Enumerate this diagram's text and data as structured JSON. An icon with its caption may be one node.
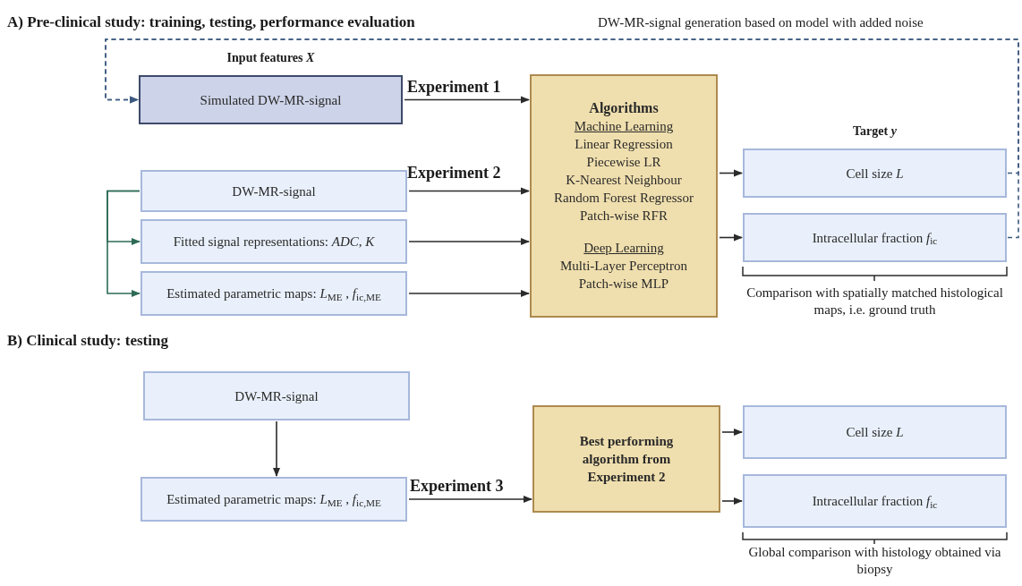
{
  "diagram": {
    "nodes": [
      {
        "text": [
          "Input features *X*",
          "Simulated DW-MR-signal"
        ]
      },
      {
        "text": [
          "DW-MR-signal"
        ]
      },
      {
        "text": [
          "Fitted signal representations: *ADC*, *K*"
        ]
      },
      {
        "text": [
          "Estimated parametric maps: *L*$_{ME}$ , *f*$_{ic,ME}$"
        ]
      },
      {
        "text": [
          "Algorithms",
          "Machine Learning",
          "Linear Regression",
          "Piecewise LR",
          "K-Nearest Neighbour",
          "Random Forest Regressor",
          "Patch-wise RFR",
          "Deep Learning",
          "Multi-Layer Perceptron",
          "Patch-wise MLP"
        ]
      },
      {
        "text": [
          "Target *y*",
          "Cell size *L*"
        ]
      },
      {
        "text": [
          "Intracellular fraction *f*$_{ic}$"
        ]
      },
      {
        "text": [
          "DW-MR-signal"
        ]
      },
      {
        "text": [
          "Estimated parametric maps: *L*$_{ME}$ , *f*$_{ic,ME}$"
        ]
      },
      {
        "text": [
          "Best performing algorithm from Experiment 2"
        ]
      },
      {
        "text": [
          "Cell size *L*"
        ]
      },
      {
        "text": [
          "Intracellular fraction *f*$_{ic}$"
        ]
      }
    ],
    "edges": [
      {
        "from": 0,
        "to": 4,
        "arrow": "to",
        "label": "Experiment 1"
      },
      {
        "from": 1,
        "to": 4,
        "arrow": "to",
        "label": "Experiment 2"
      },
      {
        "from": 2,
        "to": 4,
        "arrow": "to"
      },
      {
        "from": 3,
        "to": 4,
        "arrow": "to"
      },
      {
        "from": 1,
        "to": 2,
        "arrow": "to",
        "color": "#2e6b57"
      },
      {
        "from": 1,
        "to": 3,
        "arrow": "to",
        "color": "#2e6b57"
      },
      {
        "from": 4,
        "to": 5,
        "arrow": "to"
      },
      {
        "from": 4,
        "to": 6,
        "arrow": "to"
      },
      {
        "from": 5,
        "to": 0,
        "arrow": "to",
        "style": "dashed",
        "color": "#3d5a80",
        "label": "DW-MR-signal generation based on model with added noise"
      },
      {
        "from": 6,
        "to": 0,
        "arrow": "to",
        "style": "dashed",
        "color": "#3d5a80"
      },
      {
        "from": 7,
        "to": 8,
        "arrow": "to"
      },
      {
        "from": 8,
        "to": 9,
        "arrow": "to",
        "label": "Experiment 3"
      },
      {
        "from": 9,
        "to": 10,
        "arrow": "to"
      },
      {
        "from": 9,
        "to": 11,
        "arrow": "to"
      }
    ],
    "labels": [
      "A) Pre-clinical study: training, testing, performance evaluation",
      "Comparison with spatially matched histological maps, i.e. ground truth",
      "B) Clinical study: testing",
      "Global comparison with histology obtained via biopsy"
    ]
  }
}
